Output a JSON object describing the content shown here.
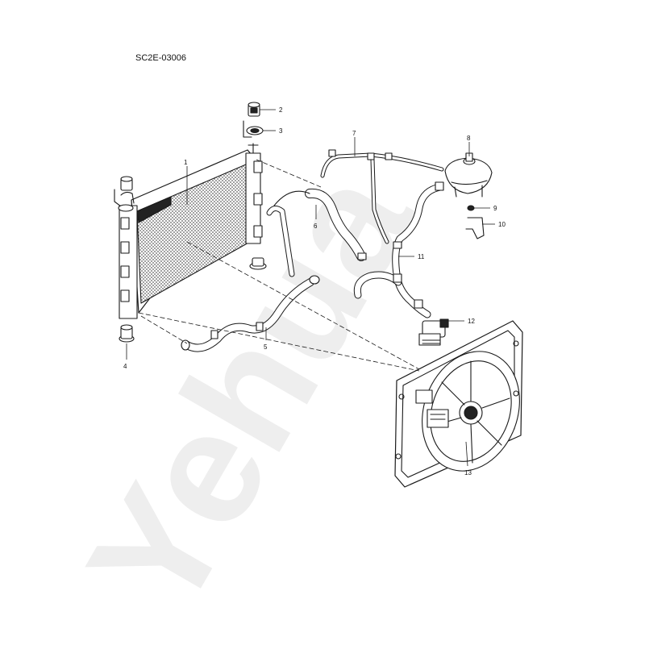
{
  "diagram": {
    "code": "SC2E-03006",
    "watermark": "Yehua",
    "callouts": [
      "1",
      "2",
      "3",
      "4",
      "5",
      "6",
      "7",
      "8",
      "9",
      "10",
      "11",
      "12",
      "13"
    ]
  },
  "colors": {
    "line": "#1a1a1a",
    "watermark": "#eeeeee"
  }
}
